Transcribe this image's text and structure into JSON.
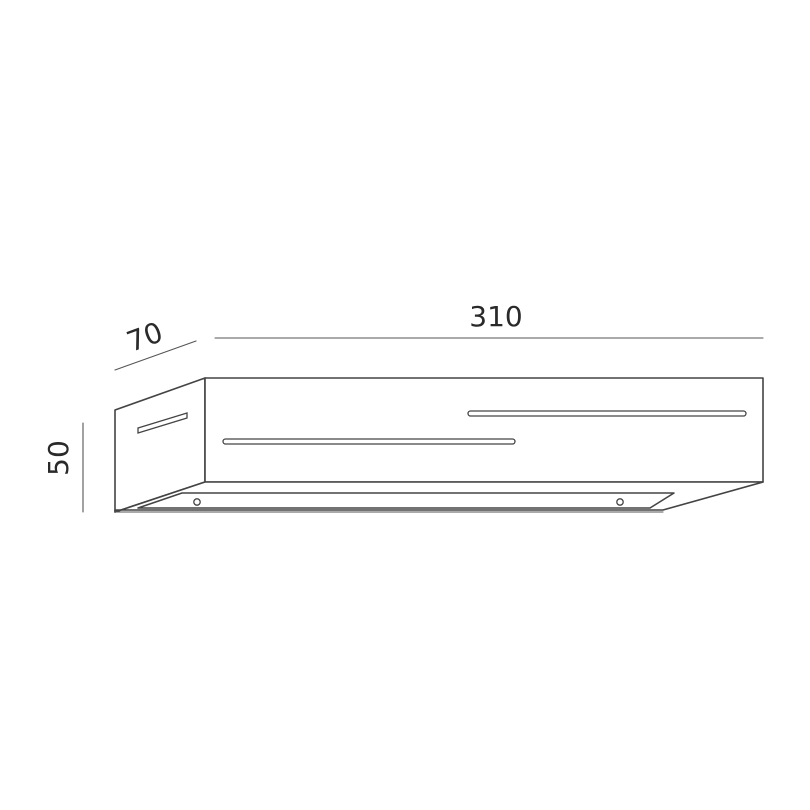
{
  "dimensions": {
    "width": "310",
    "depth": "70",
    "height": "50"
  }
}
